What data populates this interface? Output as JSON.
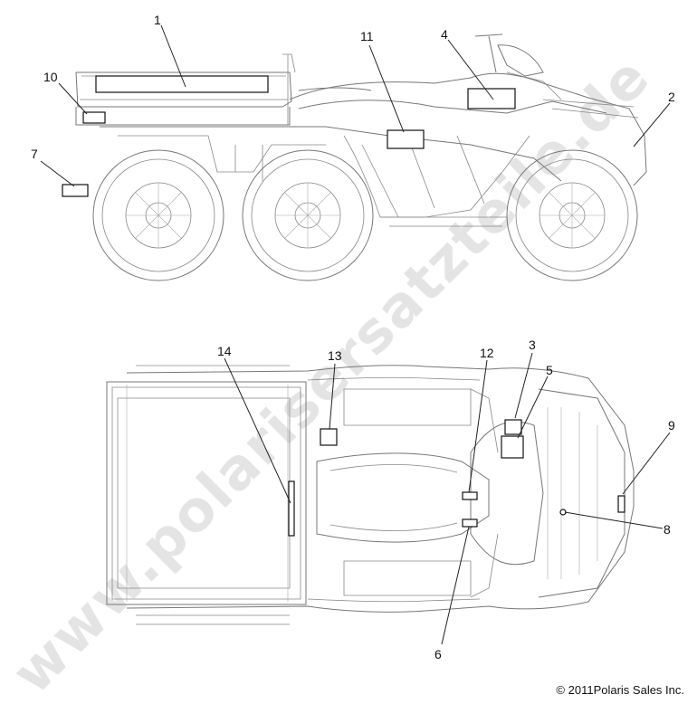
{
  "watermark": {
    "text": "www.polarisersatzteile.de"
  },
  "copyright": "© 2011Polaris Sales Inc.",
  "callouts": {
    "c1": "1",
    "c2": "2",
    "c3": "3",
    "c4": "4",
    "c5": "5",
    "c6": "6",
    "c7": "7",
    "c8": "8",
    "c9": "9",
    "c10": "10",
    "c11": "11",
    "c12": "12",
    "c13": "13",
    "c14": "14"
  },
  "views": {
    "side": "side-view",
    "top": "top-view"
  }
}
